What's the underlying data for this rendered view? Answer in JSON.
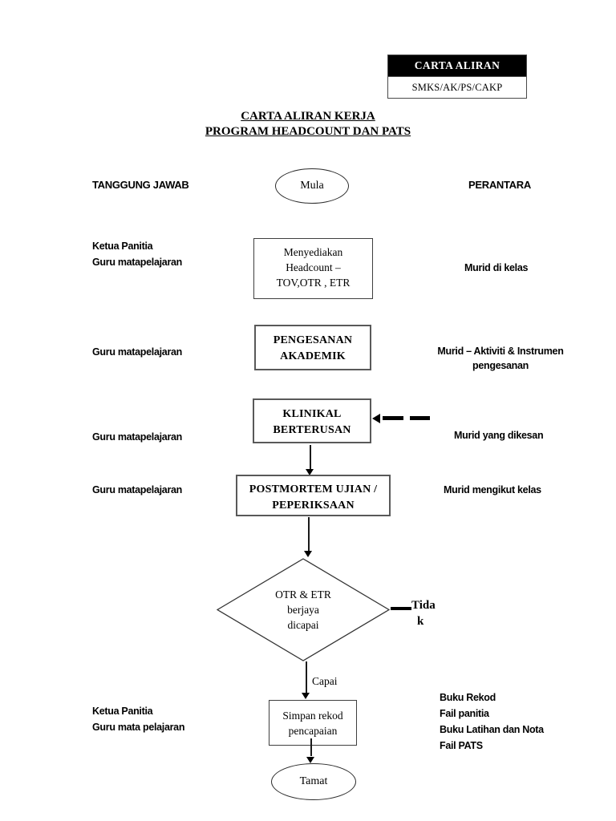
{
  "doc_header": {
    "band_title": "CARTA ALIRAN",
    "band_code": "SMKS/AK/PS/CAKP"
  },
  "title": {
    "line1": "CARTA ALIRAN KERJA",
    "line2": "PROGRAM HEADCOUNT DAN PATS"
  },
  "column_headers": {
    "left": "TANGGUNG JAWAB",
    "right": "PERANTARA"
  },
  "flow": {
    "start_label": "Mula",
    "step1": {
      "l1": "Menyediakan",
      "l2": "Headcount –",
      "l3": "TOV,OTR , ETR"
    },
    "step2": {
      "l1": "PENGESANAN",
      "l2": "AKADEMIK"
    },
    "step3": {
      "l1": "KLINIKAL",
      "l2": "BERTERUSAN"
    },
    "step4": {
      "l1": "POSTMORTEM UJIAN /",
      "l2": "PEPERIKSAAN"
    },
    "decision": {
      "l1": "OTR & ETR",
      "l2": "berjaya",
      "l3": "dicapai"
    },
    "no_branch": {
      "l1": "Tida",
      "l2": "k"
    },
    "yes_branch": "Capai",
    "step5": {
      "l1": "Simpan rekod",
      "l2": "pencapaian"
    },
    "end_label": "Tamat"
  },
  "responsibilities": {
    "row1": {
      "l1": "Ketua Panitia",
      "l2": "Guru matapelajaran"
    },
    "row2": "Guru matapelajaran",
    "row3": "Guru matapelajaran",
    "row4": "Guru matapelajaran",
    "row5": {
      "l1": "Ketua Panitia",
      "l2": "Guru mata pelajaran"
    }
  },
  "intermediaries": {
    "row1": "Murid di kelas",
    "row2": {
      "l1": "Murid – Aktiviti & Instrumen",
      "l2": "pengesanan"
    },
    "row3": "Murid yang dikesan",
    "row4": "Murid mengikut kelas",
    "row5": {
      "l1": "Buku Rekod",
      "l2": "Fail panitia",
      "l3": "Buku Latihan dan Nota",
      "l4": "Fail PATS"
    }
  },
  "colors": {
    "page_bg": "#ffffff",
    "ink": "#000000",
    "band_bg": "#000000",
    "band_fg": "#ffffff",
    "box_border": "#595959"
  }
}
